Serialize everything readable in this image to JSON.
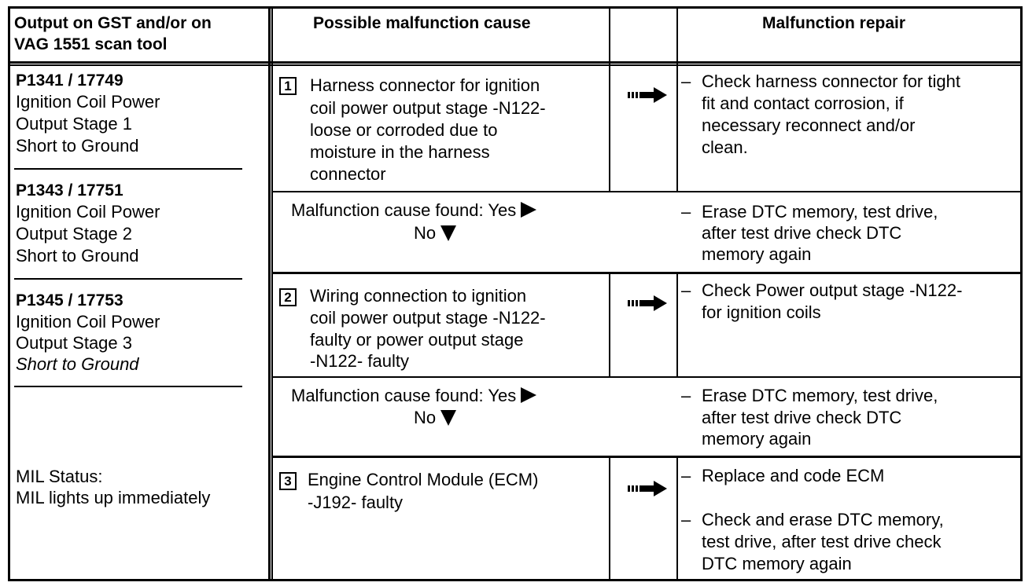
{
  "headers": {
    "output": [
      "Output on GST and/or on",
      "VAG 1551 scan tool"
    ],
    "cause": "Possible malfunction cause",
    "repair": "Malfunction repair"
  },
  "codes": [
    {
      "code": "P1341 / 17749",
      "lines": [
        "Ignition Coil Power",
        "Output Stage 1",
        "Short to Ground"
      ]
    },
    {
      "code": "P1343 / 17751",
      "lines": [
        "Ignition Coil Power",
        "Output Stage 2",
        "Short to Ground"
      ]
    },
    {
      "code": "P1345 / 17753",
      "lines": [
        "Ignition Coil Power",
        "Output Stage 3",
        "Short to Ground"
      ]
    }
  ],
  "mil": [
    "MIL Status:",
    "MIL lights up immediately"
  ],
  "steps": [
    {
      "number": "1",
      "cause": [
        "Harness connector for ignition",
        "coil power output stage -N122-",
        "loose or corroded due to",
        "moisture in the harness",
        "connector"
      ],
      "repair": [
        "Check harness connector for tight",
        "fit and contact corrosion, if",
        "necessary reconnect and/or",
        "clean."
      ]
    },
    {
      "number": "2",
      "cause": [
        "Wiring connection to ignition",
        "coil power output stage -N122-",
        "faulty or power output stage",
        "-N122- faulty"
      ],
      "repair": [
        "Check Power output stage -N122-",
        "for ignition coils"
      ]
    },
    {
      "number": "3",
      "cause": [
        "Engine Control Module (ECM)",
        "-J192- faulty"
      ],
      "repair": [
        "Replace and code ECM"
      ],
      "repair2": [
        "Check and erase DTC memory,",
        "test drive, after test drive check",
        "DTC memory again"
      ]
    }
  ],
  "found": {
    "yes": "Malfunction cause found: Yes",
    "no": "No",
    "repair": [
      "Erase DTC memory, test drive,",
      "after test drive check DTC",
      "memory again"
    ]
  },
  "dash": "–",
  "icons": {
    "arrow": "right-arrow-icon",
    "yes": "triangle-right-icon",
    "no": "triangle-down-icon"
  }
}
